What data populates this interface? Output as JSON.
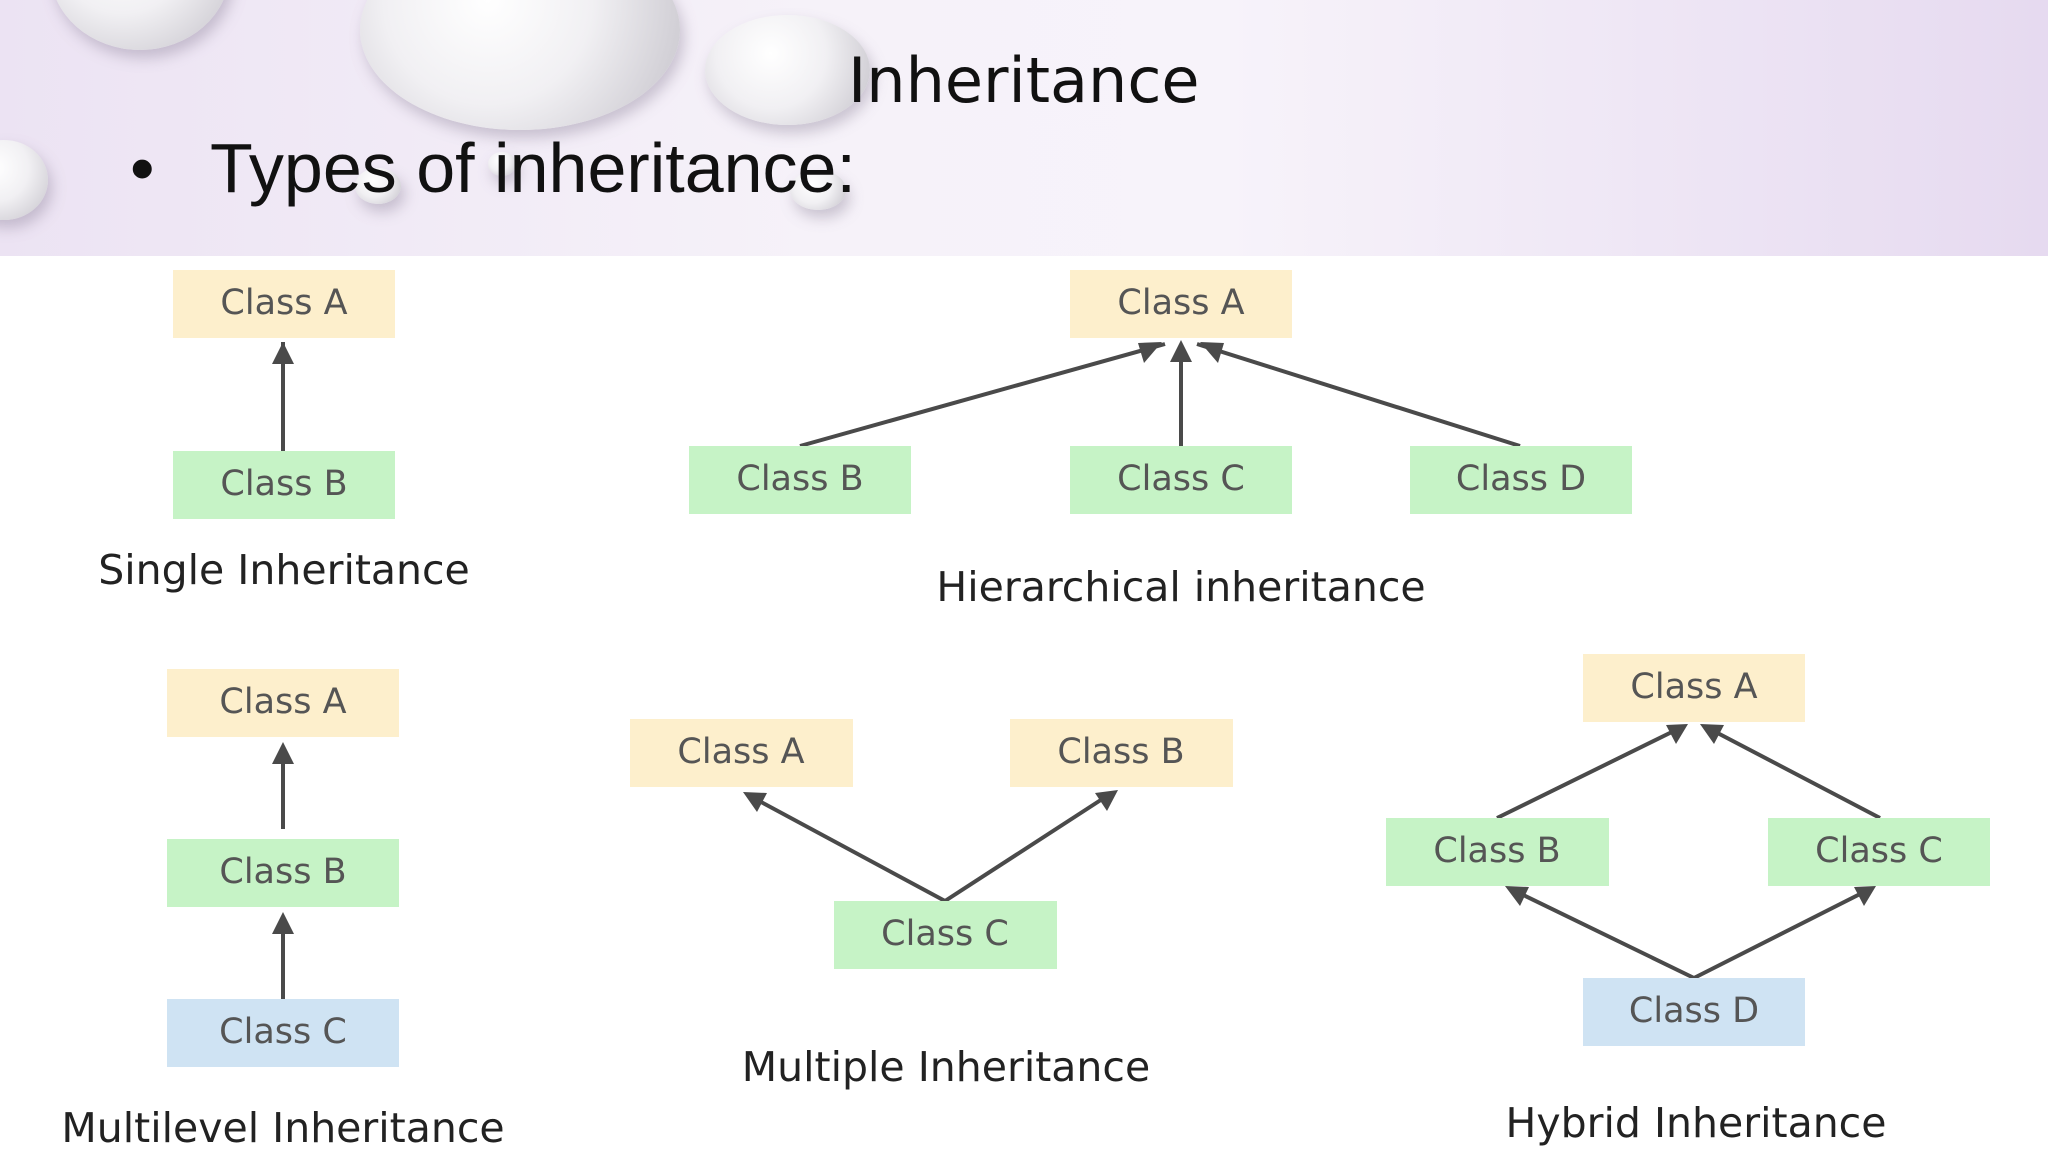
{
  "slide": {
    "title": "Inheritance",
    "bullet_symbol": "•",
    "bullet_text": "Types of inheritance:"
  },
  "colors": {
    "yellow_box": "#fdefcc",
    "green_box": "#c6f3c6",
    "blue_box": "#cfe3f3",
    "arrow": "#4a4a4a"
  },
  "diagrams": {
    "single": {
      "caption": "Single Inheritance",
      "class_a": "Class A",
      "class_b": "Class B"
    },
    "hierarchical": {
      "caption": "Hierarchical inheritance",
      "class_a": "Class A",
      "class_b": "Class B",
      "class_c": "Class C",
      "class_d": "Class D"
    },
    "multilevel": {
      "caption": "Multilevel Inheritance",
      "class_a": "Class A",
      "class_b": "Class B",
      "class_c": "Class C"
    },
    "multiple": {
      "caption": "Multiple Inheritance",
      "class_a": "Class A",
      "class_b": "Class B",
      "class_c": "Class C"
    },
    "hybrid": {
      "caption": "Hybrid Inheritance",
      "class_a": "Class A",
      "class_b": "Class B",
      "class_c": "Class C",
      "class_d": "Class D"
    }
  }
}
